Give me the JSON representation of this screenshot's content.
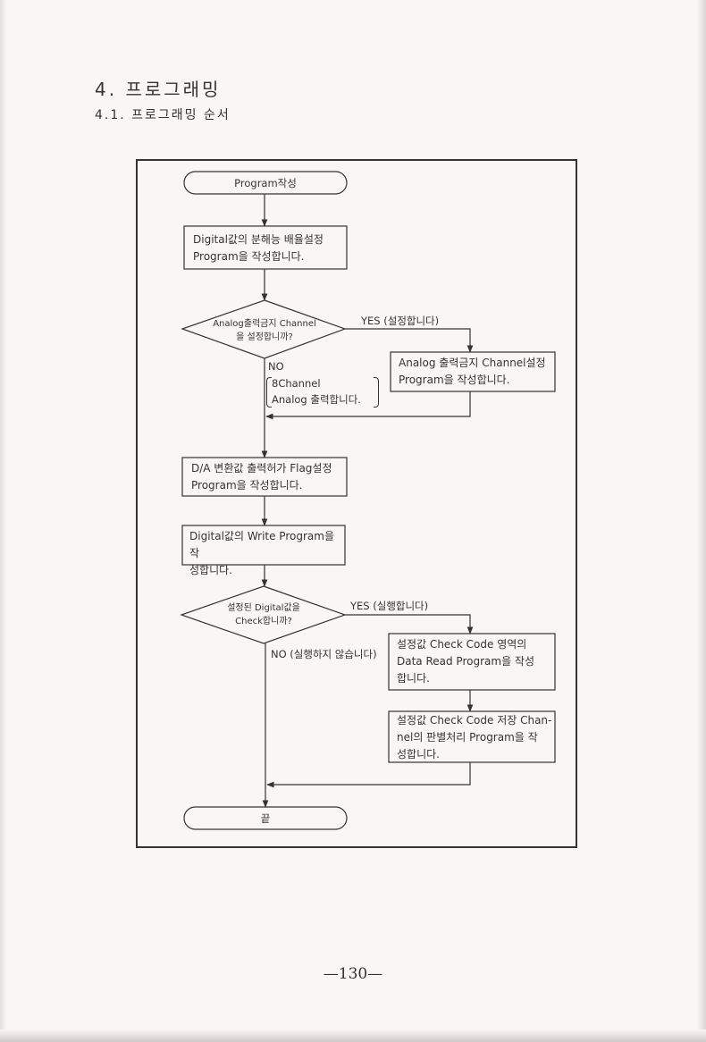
{
  "heading": "4. 프로그래밍",
  "subheading": "4.1. 프로그래밍 순서",
  "flowchart": {
    "start": "Program작성",
    "step1": [
      "Digital값의 분해능 배율설정",
      "Program을 작성합니다."
    ],
    "decision1": [
      "Analog출력금지 Channel",
      "을 설정합니까?"
    ],
    "yes1": "YES (설정합니다)",
    "no1": "NO",
    "step_yes1": [
      "Analog 출력금지 Channel설정",
      "Program을 작성합니다."
    ],
    "note_no1": [
      "8Channel",
      "Analog 출력합니다."
    ],
    "step2": [
      "D/A 변환값 출력허가 Flag설정",
      "Program을 작성합니다."
    ],
    "step3": [
      "Digital값의 Write Program을 작",
      "성합니다."
    ],
    "decision2": [
      "설정된 Digital값을",
      "Check합니까?"
    ],
    "yes2": "YES (실행합니다)",
    "no2": "NO (실행하지 않습니다)",
    "step_yes2a": [
      "설정값 Check Code 영역의",
      "Data Read Program을 작성",
      "합니다."
    ],
    "step_yes2b": [
      "설정값 Check Code 저장 Chan-",
      "nel의 판별처리 Program을 작",
      "성합니다."
    ],
    "end": "끝"
  },
  "page_number": "—130—"
}
